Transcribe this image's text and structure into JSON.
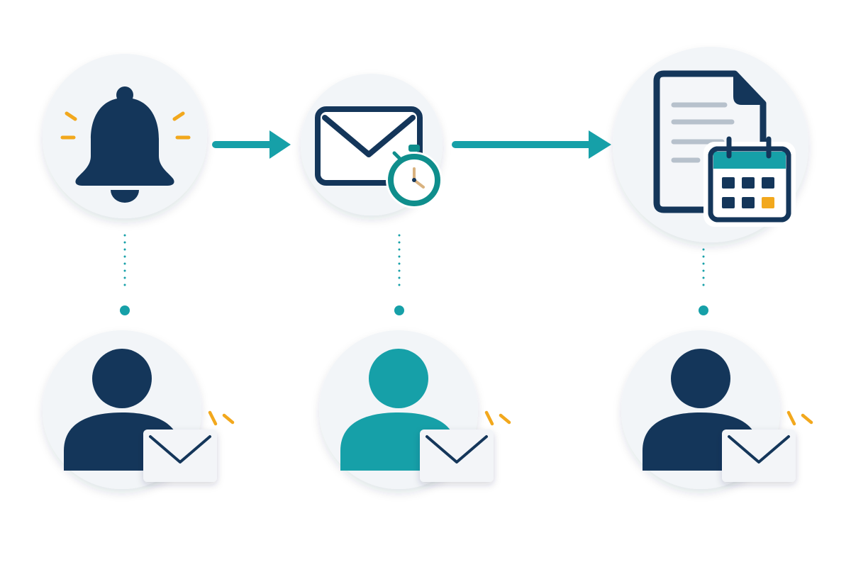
{
  "colors": {
    "background": "#ffffff",
    "circle_fill": "#f2f5f8",
    "navy": "#14365a",
    "teal": "#16a0a8",
    "teal_dark": "#0f8e8c",
    "orange": "#f2a81d",
    "doc_fill": "#f4f6f9",
    "doc_lines": "#b7c1cc",
    "clock_hand": "#d9b27f",
    "envelope_fill": "#f3f5f8"
  },
  "steps": [
    {
      "icon": "bell-icon",
      "recipient_color": "navy"
    },
    {
      "icon": "timed-email-icon",
      "recipient_color": "teal"
    },
    {
      "icon": "document-calendar-icon",
      "recipient_color": "navy"
    }
  ],
  "connectors": [
    "arrow-right-icon",
    "arrow-right-icon"
  ],
  "recipient_icon": "user-email-notification-icon"
}
